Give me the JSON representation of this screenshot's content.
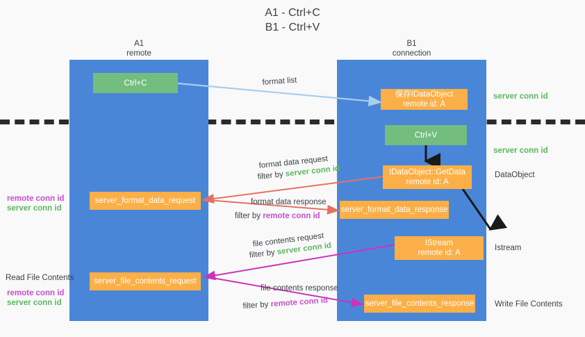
{
  "title": "A1 - Ctrl+C\nB1 - Ctrl+V",
  "colors": {
    "background": "#f9f9f9",
    "lane": "#4a86d8",
    "node_green": "#73bd7f",
    "node_orange": "#fbaf46",
    "server_conn_id": "#5cb75f",
    "remote_conn_id": "#c64fd0",
    "arrow_format_list": "#a8cdee",
    "arrow_format_data": "#e8705f",
    "arrow_file_contents": "#cc33bb",
    "arrow_flow": "#1a1a1a",
    "divider": "#2b2b2b",
    "text": "#3c4043"
  },
  "lanes": [
    {
      "id": "a1",
      "title": "A1\nremote"
    },
    {
      "id": "b1",
      "title": "B1\nconnection"
    }
  ],
  "nodes": {
    "ctrl_c": {
      "line1": "Ctrl+C",
      "line2": ""
    },
    "save_idataobject": {
      "line1": "保存IDataObject",
      "line2": "remote id: A"
    },
    "ctrl_v": {
      "line1": "Ctrl+V",
      "line2": ""
    },
    "idataobject_getdata": {
      "line1": "IDataObject::GetData",
      "line2": "remote id: A"
    },
    "server_format_data_request": {
      "line1": "server_format_data_request",
      "line2": ""
    },
    "server_format_data_response": {
      "line1": "server_format_data_response",
      "line2": ""
    },
    "istream": {
      "line1": "IStream",
      "line2": "remote id: A"
    },
    "server_file_contents_request": {
      "line1": "server_file_contents_request",
      "line2": ""
    },
    "server_file_contents_response": {
      "line1": "server_file_contents_response",
      "line2": ""
    }
  },
  "labels": {
    "format_list": "format list",
    "server_conn_id_top": "server conn id",
    "server_conn_id_mid": "server conn id",
    "format_data_request": "format data request",
    "format_data_response": "format data response",
    "file_contents_request": "file contents request",
    "file_contents_response": "file contents response",
    "filter_by": "filter by",
    "server_conn_id": "server conn id",
    "remote_conn_id": "remote conn id",
    "left_remote_conn_id_1": "remote conn id",
    "left_server_conn_id_1": "server conn id",
    "left_remote_conn_id_2": "remote conn id",
    "left_server_conn_id_2": "server conn id",
    "read_file_contents": "Read File Contents",
    "right_dataobject": "DataObject",
    "right_istream": "Istream",
    "right_write_file_contents": "Write File Contents"
  }
}
